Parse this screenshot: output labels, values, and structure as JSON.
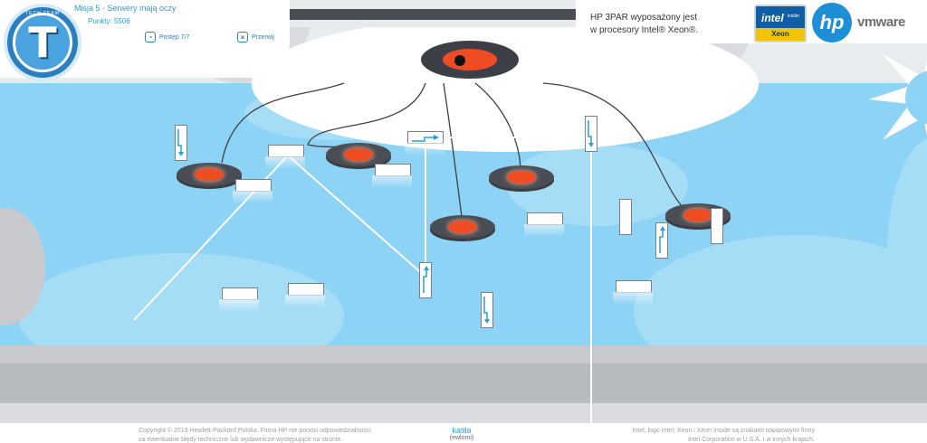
{
  "header": {
    "mission_title": "Misja 5 - Serwery mają oczy",
    "points_label": "Punkty: 5506",
    "progress_label": "Postęp 7/7",
    "pause_label": "Przerwij",
    "logo_letter": "T",
    "logo_top_text": "TECH TEAM"
  },
  "ad": {
    "line1": "HP 3PAR wyposażony jest",
    "line2": "w procesory Intel® Xeon®.",
    "intel_word": "intel",
    "intel_inside": "inside",
    "intel_xeon": "Xeon",
    "hp_logo": "hp",
    "vmware_logo": "vmware"
  },
  "footer": {
    "left_line1": "Copyright © 2013 Hewlett-Packard Polska. Firma HP nie ponosi odpowiedzialności",
    "left_line2": "za ewentualne błędy techniczne lub wydawnicze występujące na stronie.",
    "center_link": "katila",
    "center_sub": "(ewlomi)",
    "right_line1": "Intel, logo Intel, Xeon i Xeon Inside są znakami towarowymi firmy",
    "right_line2": "Intel Corporation w U.S.A. i w innych krajach."
  },
  "colors": {
    "sky": "#8dd3f5",
    "accent": "#2aa0d8",
    "laser": "#ffffff",
    "eye_red": "#ef4c23",
    "dark": "#4a4e54"
  }
}
